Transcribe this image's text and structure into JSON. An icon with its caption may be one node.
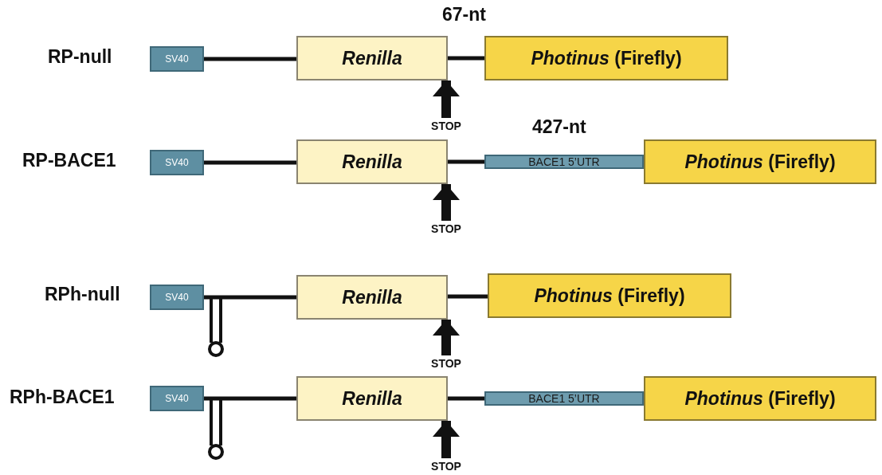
{
  "diagram": {
    "nodes": [
      {
        "text": [
          "SV40"
        ]
      },
      {
        "text": [
          "Renilla"
        ]
      },
      {
        "text": [
          "*Photinus* (Firefly)"
        ]
      },
      {
        "text": [
          "STOP"
        ]
      },
      {
        "text": [
          "SV40"
        ]
      },
      {
        "text": [
          "Renilla"
        ]
      },
      {
        "text": [
          "BACE1 5’UTR"
        ]
      },
      {
        "text": [
          "*Photinus* (Firefly)"
        ]
      },
      {
        "text": [
          "STOP"
        ]
      },
      {
        "text": [
          "SV40"
        ]
      },
      {
        "text": [
          "Renilla"
        ]
      },
      {
        "text": [
          "*Photinus* (Firefly)"
        ]
      },
      {
        "text": [
          "STOP"
        ]
      },
      {
        "text": [
          "SV40"
        ]
      },
      {
        "text": [
          "Renilla"
        ]
      },
      {
        "text": [
          "BACE1 5’UTR"
        ]
      },
      {
        "text": [
          "*Photinus* (Firefly)"
        ]
      },
      {
        "text": [
          "STOP"
        ]
      }
    ],
    "edges": [
      {
        "from": 0,
        "to": 1,
        "arrow": "none"
      },
      {
        "from": 1,
        "to": 2,
        "arrow": "none"
      },
      {
        "from": 3,
        "to": 1,
        "arrow": "to",
        "style": "thick"
      },
      {
        "from": 4,
        "to": 5,
        "arrow": "none"
      },
      {
        "from": 5,
        "to": 6,
        "arrow": "none"
      },
      {
        "from": 8,
        "to": 5,
        "arrow": "to",
        "style": "thick"
      },
      {
        "from": 9,
        "to": 10,
        "arrow": "none"
      },
      {
        "from": 10,
        "to": 11,
        "arrow": "none"
      },
      {
        "from": 12,
        "to": 10,
        "arrow": "to",
        "style": "thick"
      },
      {
        "from": 13,
        "to": 14,
        "arrow": "none"
      },
      {
        "from": 14,
        "to": 15,
        "arrow": "none"
      },
      {
        "from": 17,
        "to": 14,
        "arrow": "to",
        "style": "thick"
      }
    ],
    "labels": [
      "67-nt",
      "RP-null",
      "427-nt",
      "RP-BACE1",
      "RPh-null",
      "RPh-BACE1"
    ]
  }
}
